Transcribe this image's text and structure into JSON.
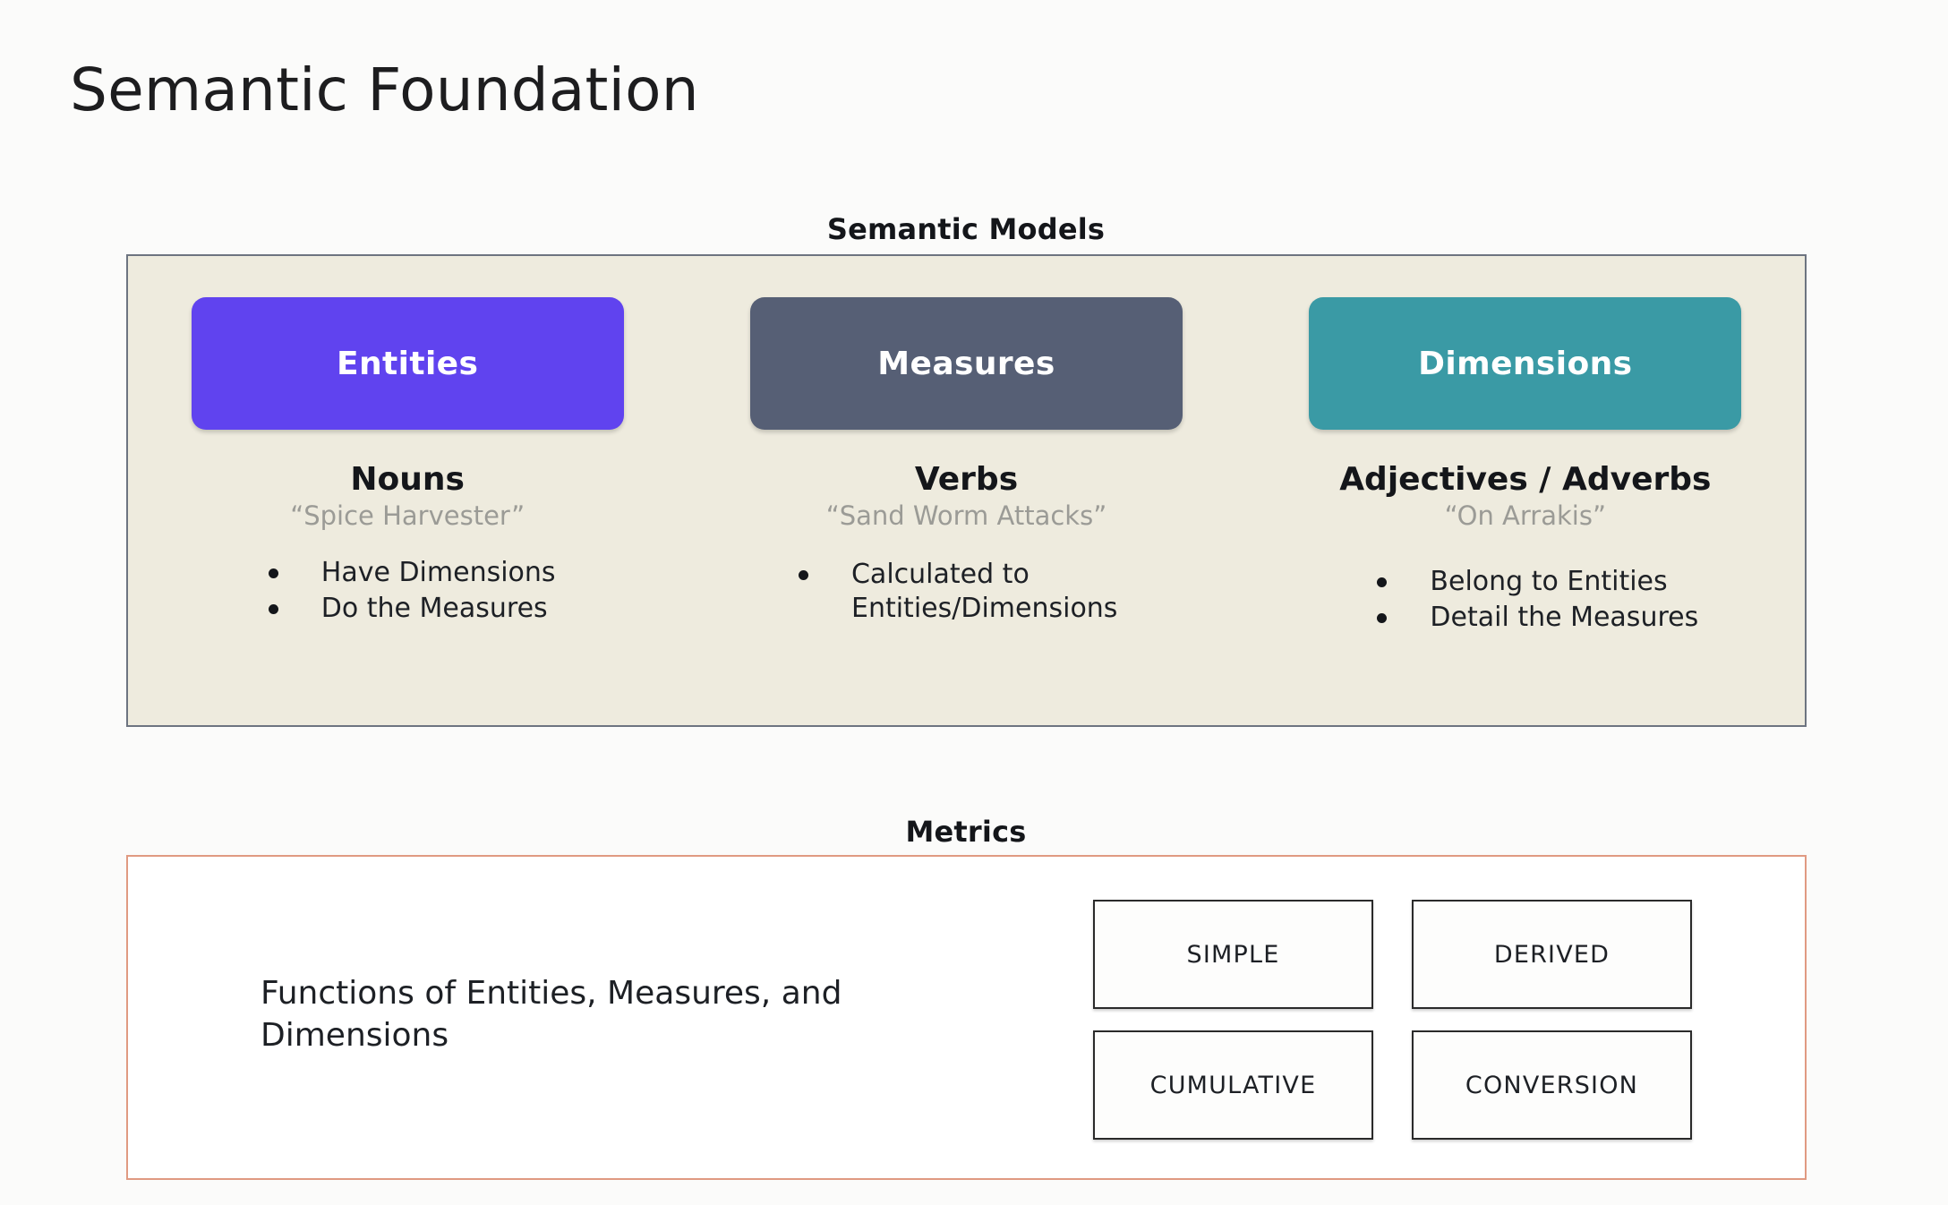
{
  "slide": {
    "title": "Semantic Foundation",
    "background_color": "#fbfbfa"
  },
  "semantic_models": {
    "caption": "Semantic Models",
    "panel_bg_color": "#eeebde",
    "panel_border_color": "#6d7480",
    "columns": [
      {
        "chip_label": "Entities",
        "chip_color": "#6043ef",
        "heading": "Nouns",
        "example": "“Spice Harvester”",
        "bullets": [
          "Have Dimensions",
          "Do the Measures"
        ]
      },
      {
        "chip_label": "Measures",
        "chip_color": "#565f75",
        "heading": "Verbs",
        "example": "“Sand Worm Attacks”",
        "bullets": [
          "Calculated to Entities/Dimensions"
        ]
      },
      {
        "chip_label": "Dimensions",
        "chip_color": "#3a9aa5",
        "heading": "Adjectives / Adverbs",
        "example": "“On Arrakis”",
        "bullets": [
          "Belong to Entities",
          "Detail the Measures"
        ]
      }
    ]
  },
  "metrics": {
    "caption": "Metrics",
    "panel_border_color": "#e09a82",
    "description": "Functions of Entities, Measures, and Dimensions",
    "types": [
      "SIMPLE",
      "DERIVED",
      "CUMULATIVE",
      "CONVERSION"
    ]
  }
}
